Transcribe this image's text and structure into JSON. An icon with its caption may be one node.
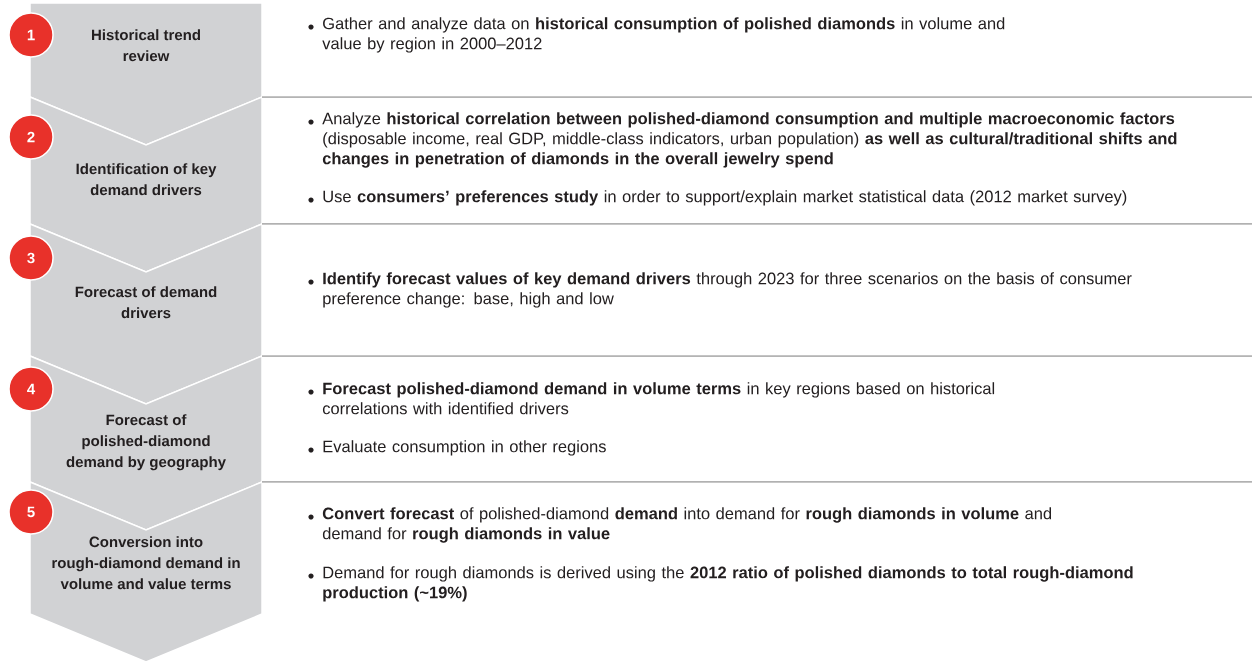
{
  "diagram": {
    "nodes": [
      {
        "text": [
          "1"
        ]
      },
      {
        "text": [
          "Historical trend review"
        ],
        "beside": [
          "Gather and analyze data on **historical consumption of polished diamonds** in volume and value by region in 2000–2012"
        ]
      },
      {
        "text": [
          "2"
        ]
      },
      {
        "text": [
          "Identification of key demand drivers"
        ],
        "beside": [
          "Analyze **historical correlation between polished-diamond consumption and multiple macroeconomic factors** (disposable income, real GDP, middle-class indicators, urban population) **as well as cultural/traditional shifts and changes in penetration of diamonds in the overall jewelry spend**",
          "Use **consumers’ preferences study** in order to support/explain market statistical data (2012 market survey)"
        ]
      },
      {
        "text": [
          "3"
        ]
      },
      {
        "text": [
          "Forecast of demand drivers"
        ],
        "beside": [
          "**Identify forecast values of key demand drivers** through 2023 for three scenarios on the basis of consumer preference change: base, high and low"
        ]
      },
      {
        "text": [
          "4"
        ]
      },
      {
        "text": [
          "Forecast of polished-diamond demand by geography"
        ],
        "beside": [
          "**Forecast polished-diamond demand in volume terms** in key regions based on historical correlations with identified drivers",
          "Evaluate consumption in other regions"
        ]
      },
      {
        "text": [
          "5"
        ]
      },
      {
        "text": [
          "Conversion into rough-diamond demand in volume and value terms"
        ],
        "beside": [
          "**Convert forecast** of polished-diamond **demand** into demand for **rough diamonds in volume** and demand for **rough diamonds in value**",
          "Demand for rough diamonds is derived using the **2012 ratio of polished diamonds to total rough-diamond production (~19%)**"
        ]
      }
    ]
  }
}
